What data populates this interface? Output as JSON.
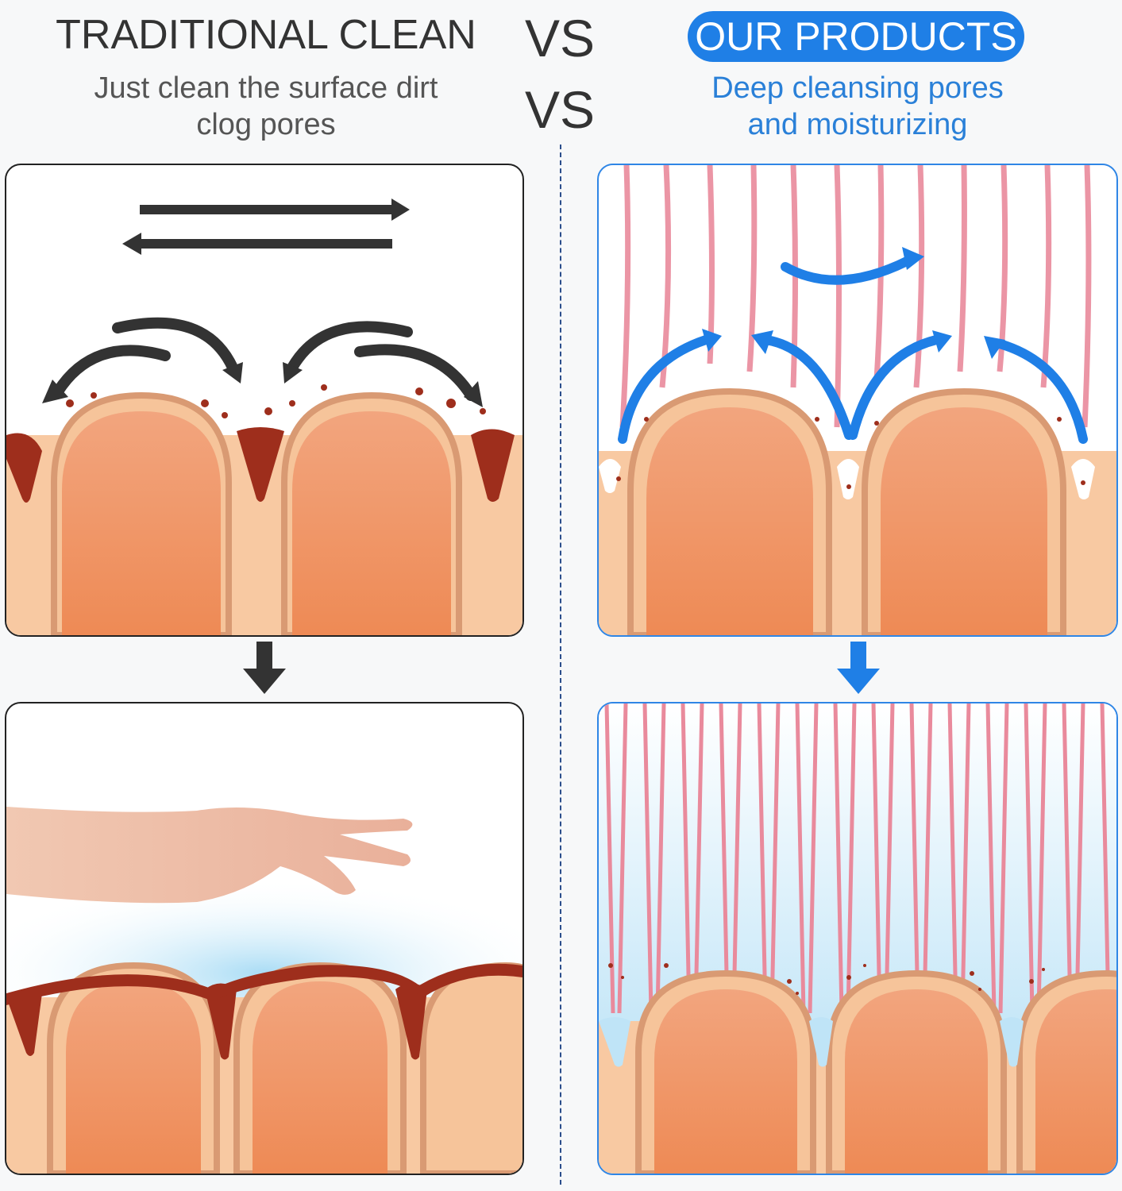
{
  "left": {
    "title": "TRADITIONAL CLEAN",
    "subtitle_line1": "Just clean the surface dirt",
    "subtitle_line2": "clog pores"
  },
  "vs": [
    "VS",
    "VS"
  ],
  "right": {
    "title": "OUR PRODUCTS",
    "subtitle_line1": "Deep cleansing pores",
    "subtitle_line2": "and moisturizing"
  },
  "colors": {
    "left_accent": "#333333",
    "right_accent": "#1f7fe6",
    "skin": "#f5b98f",
    "dirt": "#9e2e1c",
    "bristle": "#e98a9c",
    "water": "#bfe4f7"
  },
  "icons": {
    "arrow_down_left": "arrow-down-icon",
    "arrow_down_right": "arrow-down-icon"
  }
}
